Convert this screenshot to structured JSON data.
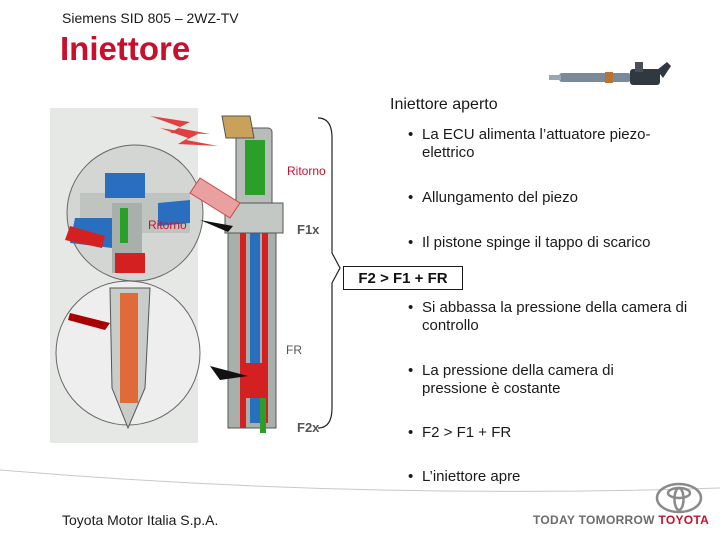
{
  "header": {
    "subtitle": "Siemens SID 805 – 2WZ-TV",
    "title": "Iniettore"
  },
  "content": {
    "section_title": "Iniettore aperto",
    "bullets": [
      "La ECU alimenta l’attuatore piezo-elettrico",
      "Allungamento del piezo",
      "Il pistone spinge il tappo di scarico",
      "Si abbassa la pressione della camera di controllo",
      "La pressione della camera di pressione è costante",
      "F2 > F1 + FR",
      "L’iniettore apre"
    ],
    "formula": "F2 > F1 + FR"
  },
  "diagram": {
    "labels": {
      "ritorno_top": "Ritorno",
      "ritorno_left": "Ritorno",
      "f1x": "F1x",
      "fr": "FR",
      "f2x": "F2x"
    }
  },
  "footer": {
    "company": "Toyota Motor Italia S.p.A.",
    "slogan_gray": "TODAY TOMORROW",
    "slogan_red": "TOYOTA"
  },
  "colors": {
    "title_red": "#c8102e",
    "toyota_red": "#c8102e"
  }
}
